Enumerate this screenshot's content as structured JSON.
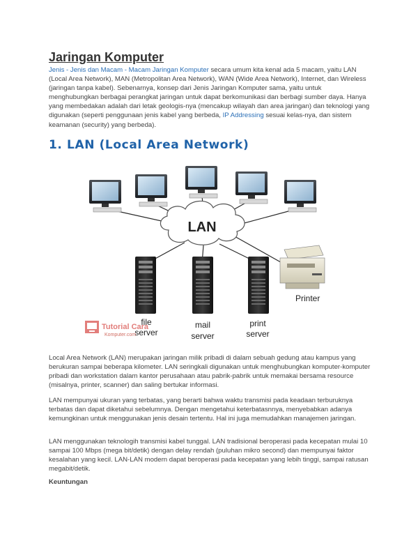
{
  "article": {
    "title": "Jaringan Komputer",
    "intro_link": "Jenis - Jenis dan Macam - Macam Jaringan Komputer",
    "intro_rest": " secara umum kita kenal ada 5 macam, yaitu LAN (Local Area Network), MAN (Metropolitan Area Network), WAN (Wide Area Network), Internet, dan Wireless (jaringan tanpa kabel). Sebenarnya, konsep dari Jenis Jaringan Komputer sama, yaitu untuk menghubungkan berbagai perangkat jaringan untuk dapat berkomunikasi dan berbagi sumber daya. Hanya yang membedakan adalah dari letak geologis-nya (mencakup wilayah dan area jaringan) dan teknologi yang digunakan (seperti penggunaan jenis kabel yang berbeda, ",
    "intro_link2": "IP Addressing",
    "intro_end": " sesuai kelas-nya, dan sistem keamanan (security) yang berbeda)."
  },
  "section": {
    "number": "1.",
    "heading": "LAN (Local Area Network)"
  },
  "diagram": {
    "cloud_label": "LAN",
    "file_server": "file\nserver",
    "mail_server": "mail\nserver",
    "print_server": "print\nserver",
    "printer": "Printer",
    "watermark_line1": "Tutorial Cara",
    "watermark_line2": "Komputer.com"
  },
  "paragraphs": {
    "p1": "Local Area Network (LAN) merupakan jaringan milik pribadi di dalam sebuah gedung atau kampus yang berukuran sampai beberapa kilometer. LAN seringkali digunakan untuk menghubungkan komputer-komputer pribadi dan workstation dalam kantor perusahaan atau pabrik-pabrik untuk memakai bersama resource (misalnya, printer, scanner) dan saling bertukar informasi.",
    "p2": "LAN mempunyai ukuran yang terbatas, yang berarti bahwa waktu transmisi pada keadaan terburuknya terbatas dan dapat diketahui sebelumnya. Dengan mengetahui keterbatasnnya, menyebabkan adanya kemungkinan untuk menggunakan jenis desain tertentu. Hal ini juga memudahkan manajemen jaringan.",
    "p3": "LAN menggunakan teknologih transmisi kabel tunggal. LAN tradisional beroperasi pada kecepatan mulai 10 sampai 100 Mbps (mega bit/detik)  dengan delay rendah (puluhan mikro second) dan mempunyai faktor kesalahan yang kecil. LAN-LAN modern dapat beroperasi pada kecepatan yang lebih tinggi, sampai ratusan megabit/detik.",
    "keuntungan": "Keuntungan"
  }
}
